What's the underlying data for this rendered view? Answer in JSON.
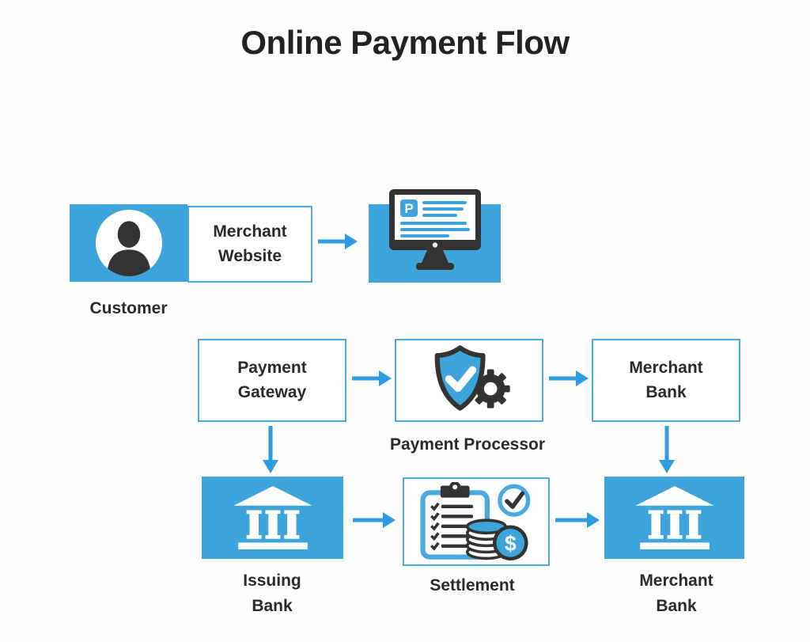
{
  "title": "Online Payment Flow",
  "colors": {
    "box_blue": "#3EA4DC",
    "border_blue": "#4AA9DF",
    "arrow_blue": "#2E9CDE",
    "icon_dark": "#333333",
    "text_dark": "#262626"
  },
  "flow": {
    "customer": {
      "label": "Customer",
      "icon": "person-icon"
    },
    "merchant_website": {
      "label": "Merchant Website"
    },
    "browser": {
      "icon": "monitor-icon",
      "monogram": "P"
    },
    "payment_gateway": {
      "label": "Payment Gateway"
    },
    "payment_processor": {
      "label": "Payment Processor",
      "icon": "shield-check-gear-icon"
    },
    "merchant_bank": {
      "label": "Merchant Bank"
    },
    "issuing_bank": {
      "label": "Issuing Bank",
      "icon": "bank-icon"
    },
    "settlement": {
      "label": "Settlement",
      "icon": "clipboard-coins-check-icon",
      "dollar": "$"
    },
    "merchant_bank_acquirer": {
      "label": "Merchant Bank",
      "icon": "bank-icon"
    }
  },
  "icons": {
    "person-icon": "dark user silhouette in white circle",
    "monitor-icon": "desktop monitor showing payment web page with P logo and text lines",
    "shield-check-gear-icon": "blue shield with white checkmark and dark gear",
    "bank-icon": "white classical bank building with columns",
    "clipboard-coins-check-icon": "checklist clipboard with coin stack, dollar coin and check circle",
    "arrow-right-icon": "blue right arrow connector",
    "arrow-down-icon": "blue down arrow connector"
  }
}
